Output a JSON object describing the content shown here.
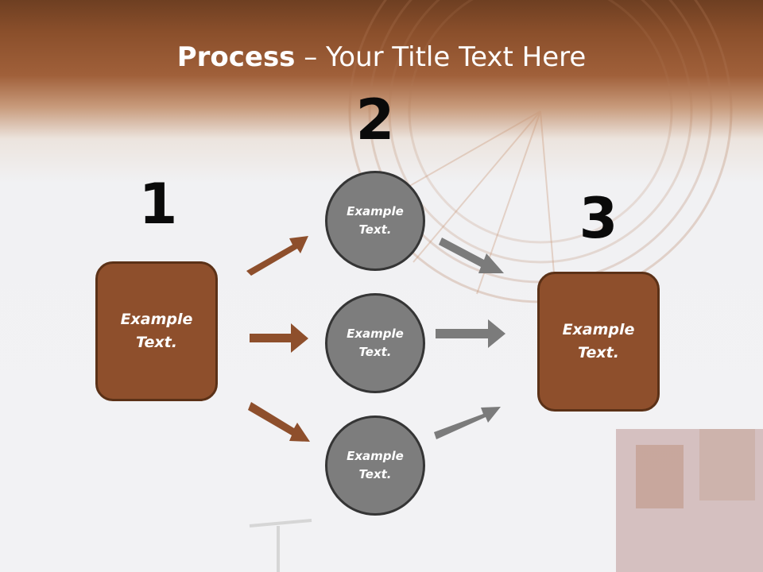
{
  "title": {
    "bold": "Process",
    "rest": " – Your Title Text Here"
  },
  "steps": [
    {
      "number": "1",
      "text": "Example Text."
    },
    {
      "number": "2",
      "text": "Example Text."
    },
    {
      "number": "3",
      "text": "Example Text."
    }
  ],
  "nodes": [
    {
      "text": "Example Text."
    },
    {
      "text": "Example Text."
    },
    {
      "text": "Example Text."
    }
  ],
  "colors": {
    "brown": "#8e4f2c",
    "gray": "#7d7d7d",
    "arrow_brown": "#8e4f2c",
    "arrow_gray": "#7b7b7b"
  }
}
